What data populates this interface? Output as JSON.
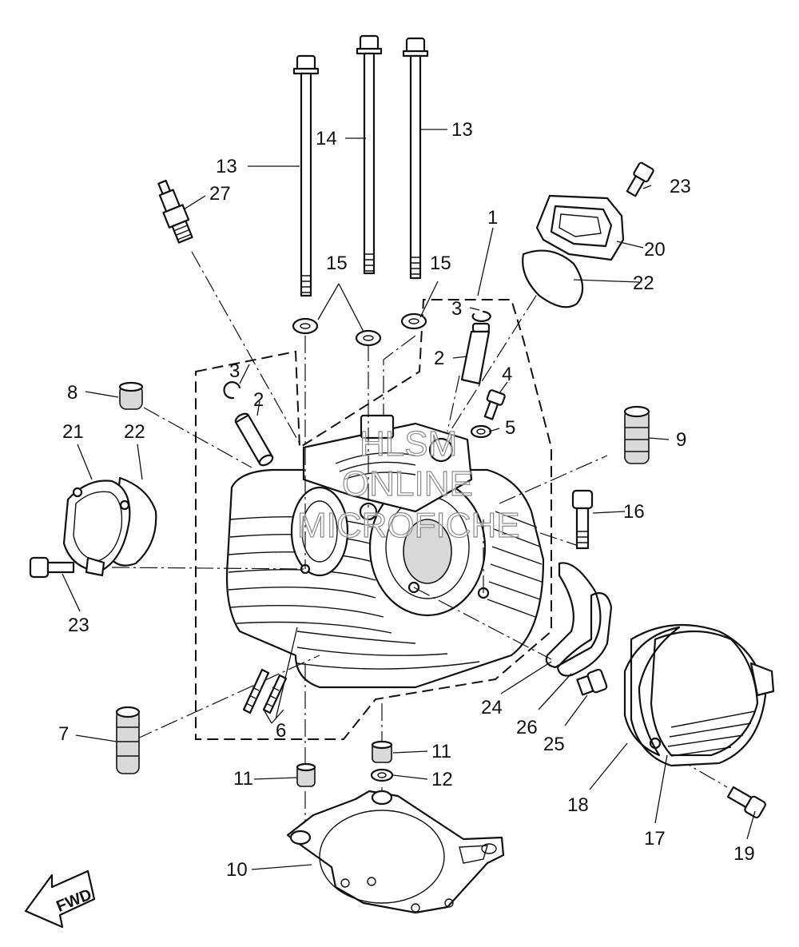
{
  "callouts": {
    "c1": "1",
    "c2a": "2",
    "c2b": "2",
    "c3a": "3",
    "c3b": "3",
    "c4": "4",
    "c5": "5",
    "c6": "6",
    "c7": "7",
    "c8": "8",
    "c9": "9",
    "c10": "10",
    "c11a": "11",
    "c11b": "11",
    "c12": "12",
    "c13a": "13",
    "c13b": "13",
    "c14": "14",
    "c15a": "15",
    "c15b": "15",
    "c16": "16",
    "c17": "17",
    "c18": "18",
    "c19": "19",
    "c20": "20",
    "c21": "21",
    "c22a": "22",
    "c22b": "22",
    "c23a": "23",
    "c23b": "23",
    "c24": "24",
    "c25": "25",
    "c26": "26",
    "c27": "27"
  },
  "watermark": {
    "line1": "HLSM",
    "line2": "ONLINE",
    "line3": "MICROFICHE"
  },
  "direction_badge": "FWD",
  "line_color": "#111111",
  "background_color": "#ffffff"
}
